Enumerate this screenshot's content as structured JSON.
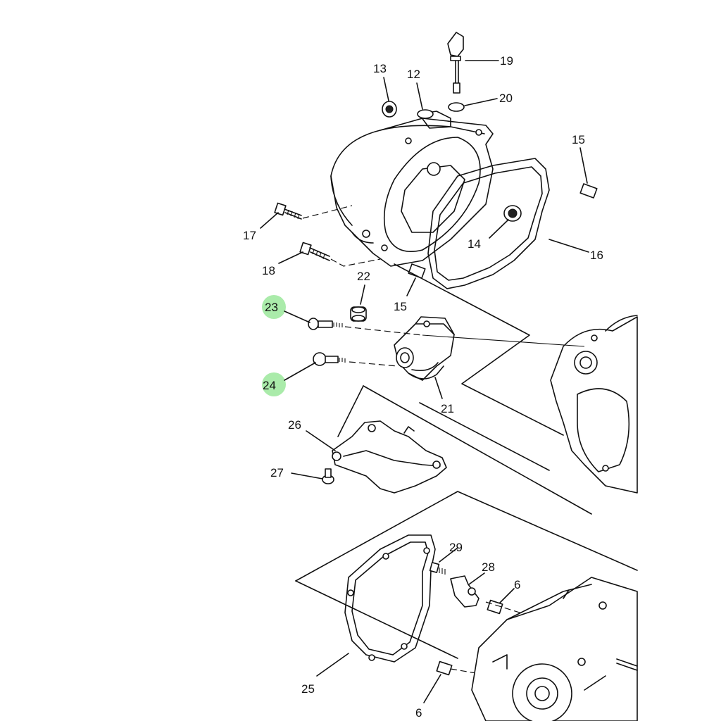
{
  "diagram": {
    "callouts": {
      "p6a": "6",
      "p6b": "6",
      "p12": "12",
      "p13": "13",
      "p14": "14",
      "p15a": "15",
      "p15b": "15",
      "p16": "16",
      "p17": "17",
      "p18": "18",
      "p19": "19",
      "p20": "20",
      "p21": "21",
      "p22": "22",
      "p23": "23",
      "p24": "24",
      "p25": "25",
      "p26": "26",
      "p27": "27",
      "p28": "28",
      "p29": "29"
    },
    "highlighted": [
      "23",
      "24"
    ],
    "colors": {
      "highlight": "#9be89b",
      "line": "#111111",
      "background": "#ffffff"
    }
  }
}
